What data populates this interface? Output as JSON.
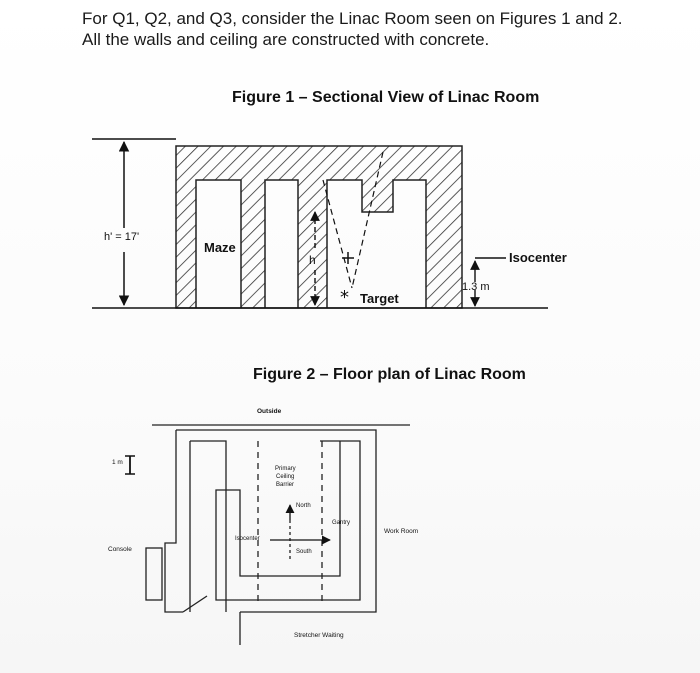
{
  "intro": {
    "line1": "For Q1, Q2, and Q3, consider the Linac Room seen on Figures 1 and 2.",
    "line2": "All the walls and ceiling are constructed with concrete."
  },
  "figure1": {
    "title": "Figure 1 – Sectional View of Linac Room",
    "h_prime_label": "h' = 17'",
    "maze_label": "Maze",
    "h_label": "h",
    "target_label": "Target",
    "isocenter_label": "Isocenter",
    "distance_label": "1.3 m"
  },
  "figure2": {
    "title": "Figure 2 – Floor plan of Linac Room",
    "outside_label": "Outside",
    "scale_label": "1 m",
    "console_label": "Console",
    "primary_barrier_label_1": "Primary",
    "primary_barrier_label_2": "Ceiling",
    "primary_barrier_label_3": "Barrier",
    "north_label": "North",
    "south_label": "South",
    "gantry_label": "Gantry",
    "isocenter_label": "Isocenter",
    "work_room_label": "Work Room",
    "stretcher_label": "Stretcher Waiting"
  }
}
